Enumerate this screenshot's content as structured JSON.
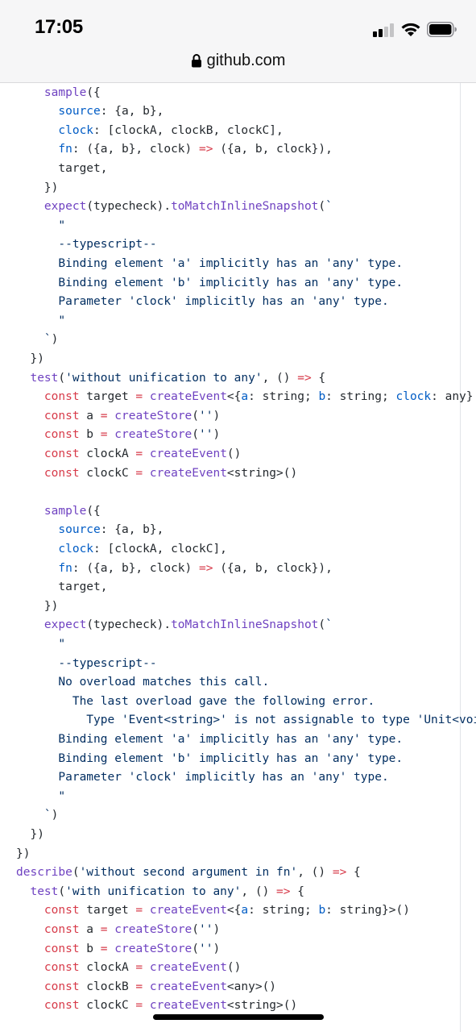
{
  "status": {
    "time": "17:05",
    "signal_icon": "cellular-signal-icon",
    "wifi_icon": "wifi-icon",
    "battery_icon": "battery-icon"
  },
  "browser": {
    "domain": "github.com",
    "lock_icon": "lock-icon"
  },
  "code_lines": [
    [
      [
        "    ",
        ""
      ],
      [
        "sample",
        "f"
      ],
      [
        "({",
        ""
      ]
    ],
    [
      [
        "      ",
        ""
      ],
      [
        "source",
        "p"
      ],
      [
        ": {a, b},",
        ""
      ]
    ],
    [
      [
        "      ",
        ""
      ],
      [
        "clock",
        "p"
      ],
      [
        ": [clockA, clockB, clockC],",
        ""
      ]
    ],
    [
      [
        "      ",
        ""
      ],
      [
        "fn",
        "p"
      ],
      [
        ": ({a, b}, clock) ",
        ""
      ],
      [
        "=>",
        "k"
      ],
      [
        " ({a, b, clock}),",
        ""
      ]
    ],
    [
      [
        "      target,",
        ""
      ]
    ],
    [
      [
        "    })",
        ""
      ]
    ],
    [
      [
        "    ",
        ""
      ],
      [
        "expect",
        "f"
      ],
      [
        "(typecheck).",
        ""
      ],
      [
        "toMatchInlineSnapshot",
        "f"
      ],
      [
        "(",
        ""
      ],
      [
        "`",
        "s"
      ]
    ],
    [
      [
        "      \"",
        "s"
      ]
    ],
    [
      [
        "      --typescript--",
        "s"
      ]
    ],
    [
      [
        "      Binding element 'a' implicitly has an 'any' type.",
        "s"
      ]
    ],
    [
      [
        "      Binding element 'b' implicitly has an 'any' type.",
        "s"
      ]
    ],
    [
      [
        "      Parameter 'clock' implicitly has an 'any' type.",
        "s"
      ]
    ],
    [
      [
        "      \"",
        "s"
      ]
    ],
    [
      [
        "    `",
        "s"
      ],
      [
        ")",
        ""
      ]
    ],
    [
      [
        "  })",
        ""
      ]
    ],
    [
      [
        "  ",
        ""
      ],
      [
        "test",
        "f"
      ],
      [
        "(",
        ""
      ],
      [
        "'without unification to any'",
        "s"
      ],
      [
        ", () ",
        ""
      ],
      [
        "=>",
        "k"
      ],
      [
        " {",
        ""
      ]
    ],
    [
      [
        "    ",
        ""
      ],
      [
        "const",
        "k"
      ],
      [
        " target ",
        ""
      ],
      [
        "=",
        "k"
      ],
      [
        " ",
        ""
      ],
      [
        "createEvent",
        "f"
      ],
      [
        "<{",
        ""
      ],
      [
        "a",
        "p"
      ],
      [
        ": string; ",
        ""
      ],
      [
        "b",
        "p"
      ],
      [
        ": string; ",
        ""
      ],
      [
        "clock",
        "p"
      ],
      [
        ": any}",
        ""
      ]
    ],
    [
      [
        "    ",
        ""
      ],
      [
        "const",
        "k"
      ],
      [
        " a ",
        ""
      ],
      [
        "=",
        "k"
      ],
      [
        " ",
        ""
      ],
      [
        "createStore",
        "f"
      ],
      [
        "(",
        ""
      ],
      [
        "''",
        "s"
      ],
      [
        ")",
        ""
      ]
    ],
    [
      [
        "    ",
        ""
      ],
      [
        "const",
        "k"
      ],
      [
        " b ",
        ""
      ],
      [
        "=",
        "k"
      ],
      [
        " ",
        ""
      ],
      [
        "createStore",
        "f"
      ],
      [
        "(",
        ""
      ],
      [
        "''",
        "s"
      ],
      [
        ")",
        ""
      ]
    ],
    [
      [
        "    ",
        ""
      ],
      [
        "const",
        "k"
      ],
      [
        " clockA ",
        ""
      ],
      [
        "=",
        "k"
      ],
      [
        " ",
        ""
      ],
      [
        "createEvent",
        "f"
      ],
      [
        "()",
        ""
      ]
    ],
    [
      [
        "    ",
        ""
      ],
      [
        "const",
        "k"
      ],
      [
        " clockC ",
        ""
      ],
      [
        "=",
        "k"
      ],
      [
        " ",
        ""
      ],
      [
        "createEvent",
        "f"
      ],
      [
        "<string>()",
        ""
      ]
    ],
    [
      [
        "",
        ""
      ]
    ],
    [
      [
        "    ",
        ""
      ],
      [
        "sample",
        "f"
      ],
      [
        "({",
        ""
      ]
    ],
    [
      [
        "      ",
        ""
      ],
      [
        "source",
        "p"
      ],
      [
        ": {a, b},",
        ""
      ]
    ],
    [
      [
        "      ",
        ""
      ],
      [
        "clock",
        "p"
      ],
      [
        ": [clockA, clockC],",
        ""
      ]
    ],
    [
      [
        "      ",
        ""
      ],
      [
        "fn",
        "p"
      ],
      [
        ": ({a, b}, clock) ",
        ""
      ],
      [
        "=>",
        "k"
      ],
      [
        " ({a, b, clock}),",
        ""
      ]
    ],
    [
      [
        "      target,",
        ""
      ]
    ],
    [
      [
        "    })",
        ""
      ]
    ],
    [
      [
        "    ",
        ""
      ],
      [
        "expect",
        "f"
      ],
      [
        "(typecheck).",
        ""
      ],
      [
        "toMatchInlineSnapshot",
        "f"
      ],
      [
        "(",
        ""
      ],
      [
        "`",
        "s"
      ]
    ],
    [
      [
        "      \"",
        "s"
      ]
    ],
    [
      [
        "      --typescript--",
        "s"
      ]
    ],
    [
      [
        "      No overload matches this call.",
        "s"
      ]
    ],
    [
      [
        "        The last overload gave the following error.",
        "s"
      ]
    ],
    [
      [
        "          Type 'Event<string>' is not assignable to type 'Unit<void>'.",
        "s"
      ]
    ],
    [
      [
        "      Binding element 'a' implicitly has an 'any' type.",
        "s"
      ]
    ],
    [
      [
        "      Binding element 'b' implicitly has an 'any' type.",
        "s"
      ]
    ],
    [
      [
        "      Parameter 'clock' implicitly has an 'any' type.",
        "s"
      ]
    ],
    [
      [
        "      \"",
        "s"
      ]
    ],
    [
      [
        "    `",
        "s"
      ],
      [
        ")",
        ""
      ]
    ],
    [
      [
        "  })",
        ""
      ]
    ],
    [
      [
        "})",
        ""
      ]
    ],
    [
      [
        "describe",
        "f"
      ],
      [
        "(",
        ""
      ],
      [
        "'without second argument in fn'",
        "s"
      ],
      [
        ", () ",
        ""
      ],
      [
        "=>",
        "k"
      ],
      [
        " {",
        ""
      ]
    ],
    [
      [
        "  ",
        ""
      ],
      [
        "test",
        "f"
      ],
      [
        "(",
        ""
      ],
      [
        "'with unification to any'",
        "s"
      ],
      [
        ", () ",
        ""
      ],
      [
        "=>",
        "k"
      ],
      [
        " {",
        ""
      ]
    ],
    [
      [
        "    ",
        ""
      ],
      [
        "const",
        "k"
      ],
      [
        " target ",
        ""
      ],
      [
        "=",
        "k"
      ],
      [
        " ",
        ""
      ],
      [
        "createEvent",
        "f"
      ],
      [
        "<{",
        ""
      ],
      [
        "a",
        "p"
      ],
      [
        ": string; ",
        ""
      ],
      [
        "b",
        "p"
      ],
      [
        ": string}>()",
        ""
      ]
    ],
    [
      [
        "    ",
        ""
      ],
      [
        "const",
        "k"
      ],
      [
        " a ",
        ""
      ],
      [
        "=",
        "k"
      ],
      [
        " ",
        ""
      ],
      [
        "createStore",
        "f"
      ],
      [
        "(",
        ""
      ],
      [
        "''",
        "s"
      ],
      [
        ")",
        ""
      ]
    ],
    [
      [
        "    ",
        ""
      ],
      [
        "const",
        "k"
      ],
      [
        " b ",
        ""
      ],
      [
        "=",
        "k"
      ],
      [
        " ",
        ""
      ],
      [
        "createStore",
        "f"
      ],
      [
        "(",
        ""
      ],
      [
        "''",
        "s"
      ],
      [
        ")",
        ""
      ]
    ],
    [
      [
        "    ",
        ""
      ],
      [
        "const",
        "k"
      ],
      [
        " clockA ",
        ""
      ],
      [
        "=",
        "k"
      ],
      [
        " ",
        ""
      ],
      [
        "createEvent",
        "f"
      ],
      [
        "()",
        ""
      ]
    ],
    [
      [
        "    ",
        ""
      ],
      [
        "const",
        "k"
      ],
      [
        " clockB ",
        ""
      ],
      [
        "=",
        "k"
      ],
      [
        " ",
        ""
      ],
      [
        "createEvent",
        "f"
      ],
      [
        "<any>()",
        ""
      ]
    ],
    [
      [
        "    ",
        ""
      ],
      [
        "const",
        "k"
      ],
      [
        " clockC ",
        ""
      ],
      [
        "=",
        "k"
      ],
      [
        " ",
        ""
      ],
      [
        "createEvent",
        "f"
      ],
      [
        "<string>()",
        ""
      ]
    ]
  ]
}
